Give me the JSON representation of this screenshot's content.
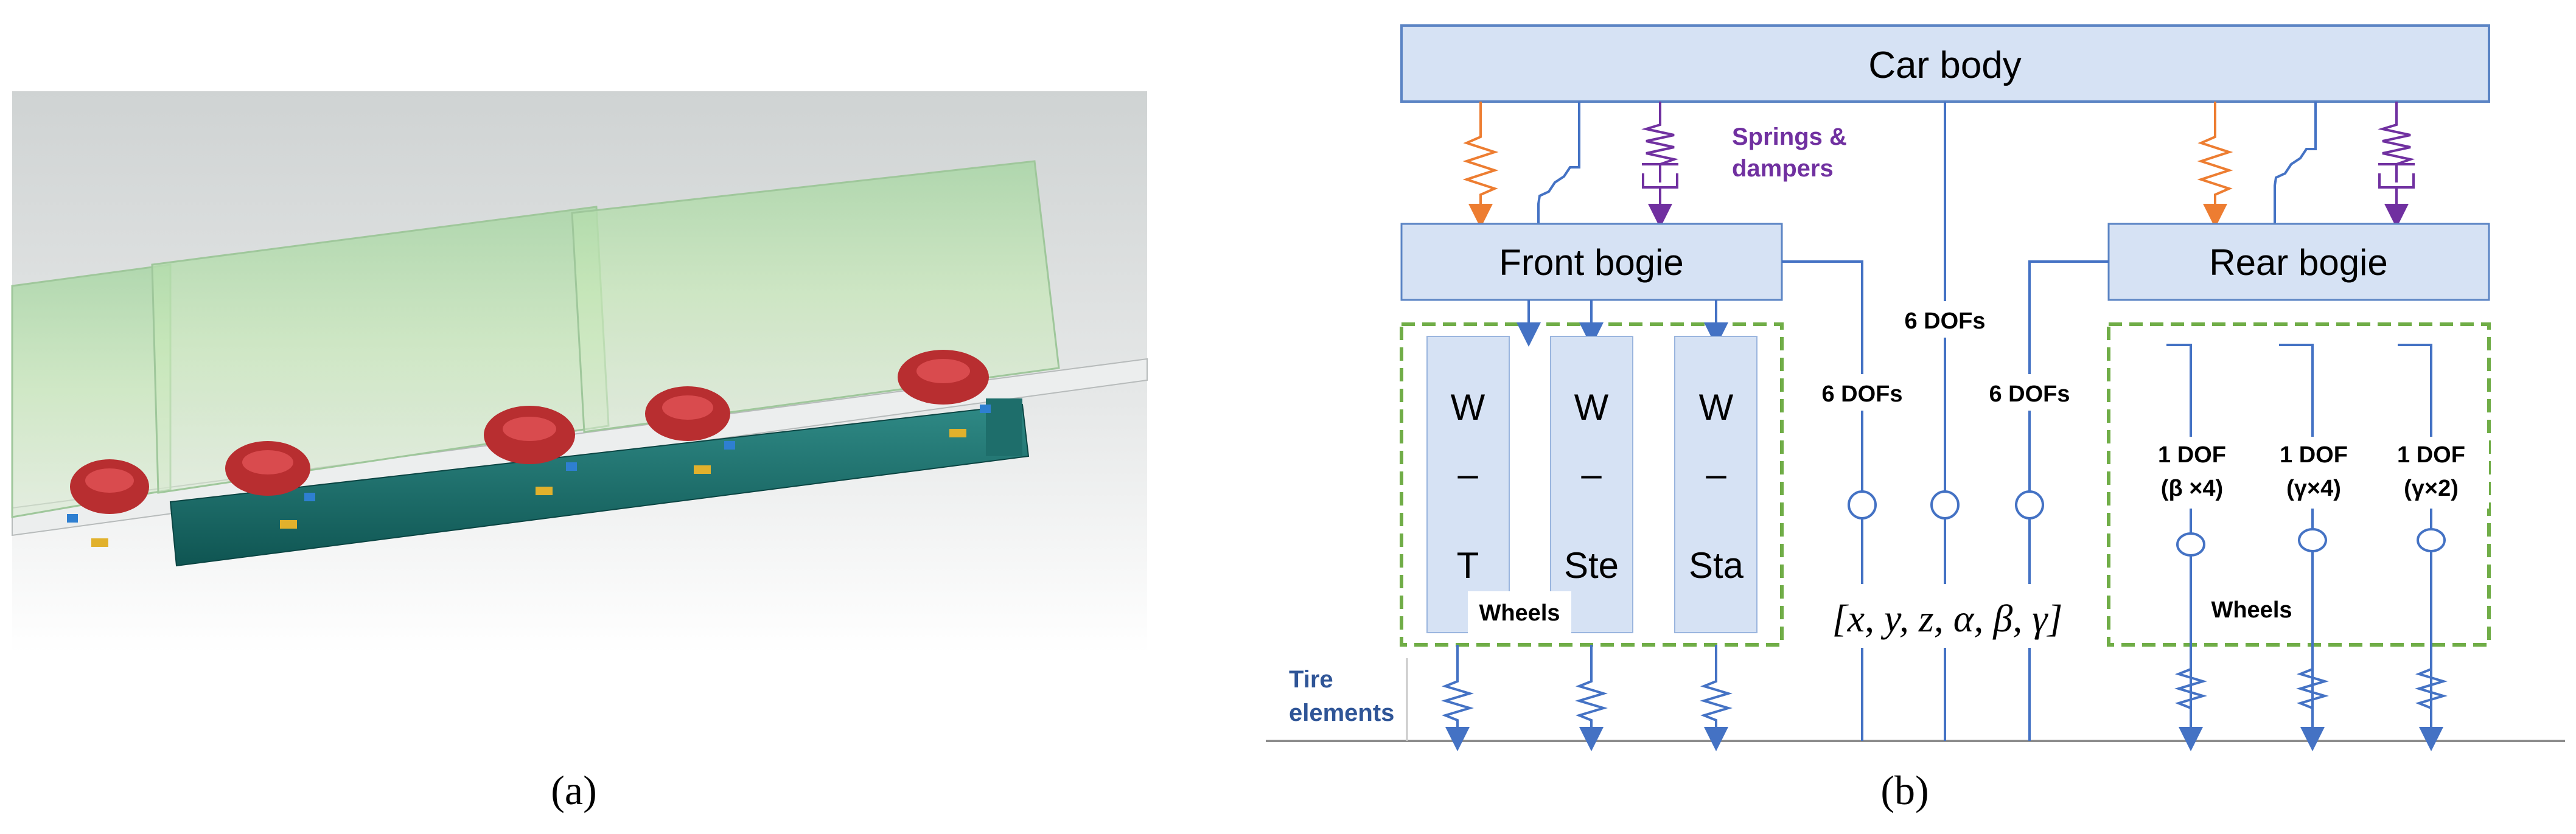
{
  "panel_a": {
    "caption": "(a)"
  },
  "panel_b": {
    "caption": "(b)",
    "car_body": "Car body",
    "springs_label_line1": "Springs &",
    "springs_label_line2": "dampers",
    "front_bogie": "Front bogie",
    "rear_bogie": "Rear bogie",
    "dof_center": "6 DOFs",
    "dof_left": "6 DOFs",
    "dof_right": "6 DOFs",
    "front_wheels": [
      {
        "top": "W",
        "mid": "–",
        "bottom": "T"
      },
      {
        "top": "W",
        "mid": "–",
        "bottom": "Ste"
      },
      {
        "top": "W",
        "mid": "–",
        "bottom": "Sta"
      }
    ],
    "front_wheels_label": "Wheels",
    "rear_dofs": [
      {
        "line1": "1 DOF",
        "line2": "(β ×4)"
      },
      {
        "line1": "1 DOF",
        "line2": "(γ×4)"
      },
      {
        "line1": "1 DOF",
        "line2": "(γ×2)"
      }
    ],
    "rear_wheels_label": "Wheels",
    "coords": "[x, y, z, α, β, γ]",
    "tire_line1": "Tire",
    "tire_line2": "elements",
    "colors": {
      "box_fill": "#d6e2f4",
      "box_stroke": "#5b84c4",
      "line_blue": "#4472c4",
      "orange": "#ed7d31",
      "purple": "#7030a0",
      "green_dash": "#70ad47",
      "tire_text": "#2f5597"
    }
  }
}
